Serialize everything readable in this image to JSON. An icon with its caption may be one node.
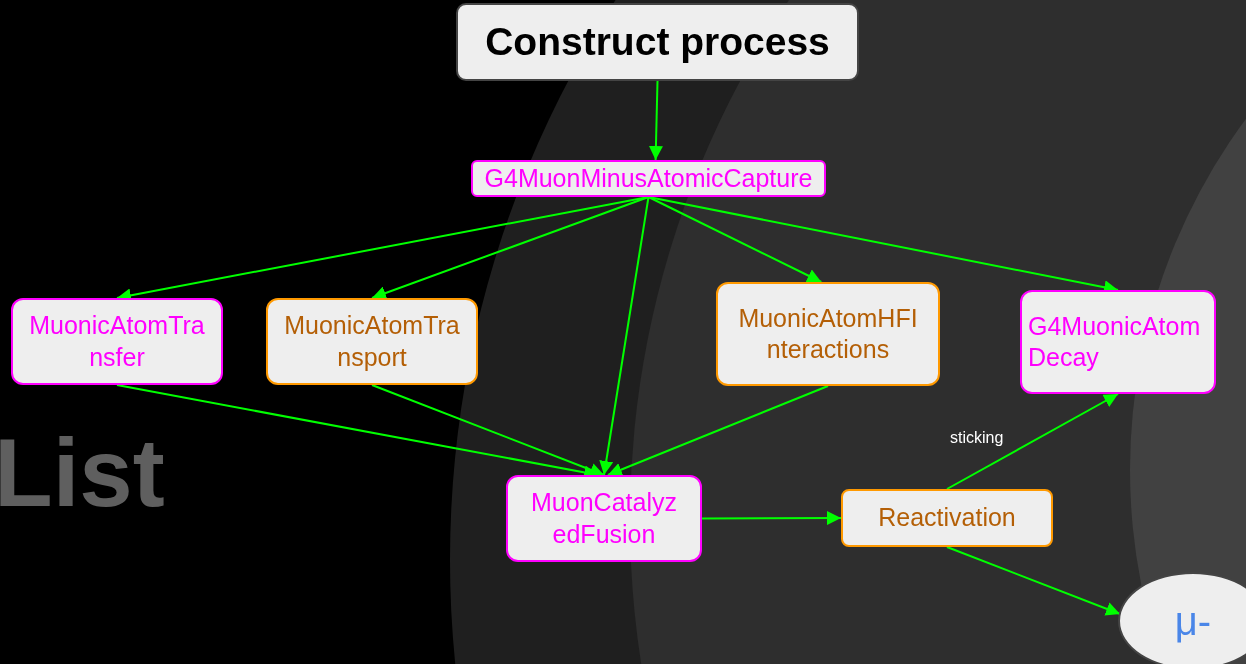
{
  "diagram": {
    "nodes": [
      {
        "text": [
          "Construct process"
        ]
      },
      {
        "text": [
          "G4MuonMinusAtomicCapture"
        ]
      },
      {
        "text": [
          "MuonicAtomTransfer"
        ]
      },
      {
        "text": [
          "MuonicAtomTransport"
        ]
      },
      {
        "text": [
          "MuonicAtomHFInteractions"
        ]
      },
      {
        "text": [
          "G4MuonicAtomDecay"
        ]
      },
      {
        "text": [
          "MuonCatalyzedFusion"
        ]
      },
      {
        "text": [
          "Reactivation"
        ]
      },
      {
        "text": [
          "μ-"
        ]
      }
    ],
    "edges": [
      {
        "from": 0,
        "to": 1,
        "arrow": "to"
      },
      {
        "from": 1,
        "to": 2,
        "arrow": "to"
      },
      {
        "from": 1,
        "to": 3,
        "arrow": "to"
      },
      {
        "from": 1,
        "to": 6,
        "arrow": "to"
      },
      {
        "from": 1,
        "to": 4,
        "arrow": "to"
      },
      {
        "from": 1,
        "to": 5,
        "arrow": "to"
      },
      {
        "from": 2,
        "to": 6,
        "arrow": "to"
      },
      {
        "from": 3,
        "to": 6,
        "arrow": "to"
      },
      {
        "from": 4,
        "to": 6,
        "arrow": "to"
      },
      {
        "from": 6,
        "to": 7,
        "arrow": "to"
      },
      {
        "from": 7,
        "to": 5,
        "arrow": "to",
        "label": "sticking"
      },
      {
        "from": 7,
        "to": 8,
        "arrow": "to"
      }
    ],
    "labels": [
      "List"
    ]
  }
}
